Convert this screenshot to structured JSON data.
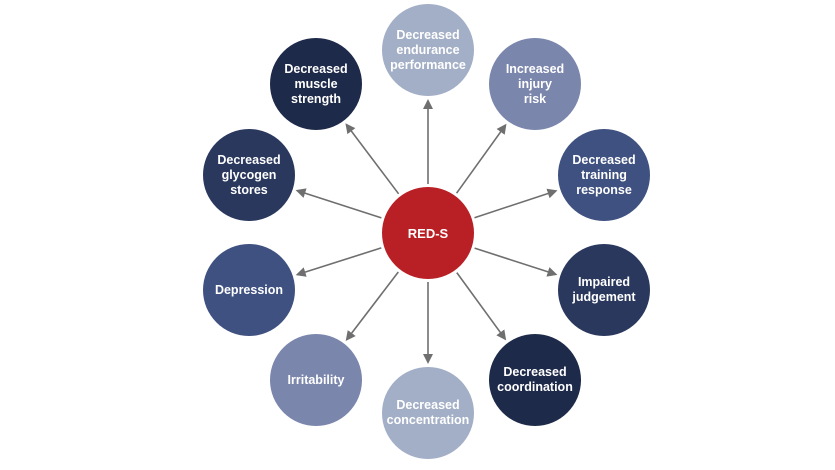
{
  "center": {
    "label": "RED-S",
    "color": "#b82025"
  },
  "effects": [
    {
      "id": "endurance",
      "label": "Decreased\nendurance\nperformance",
      "color": "#a3afc6"
    },
    {
      "id": "injury",
      "label": "Increased\ninjury\nrisk",
      "color": "#7b86ad"
    },
    {
      "id": "training",
      "label": "Decreased\ntraining\nresponse",
      "color": "#3f5180"
    },
    {
      "id": "judgement",
      "label": "Impaired\njudgement",
      "color": "#2a385e"
    },
    {
      "id": "coordination",
      "label": "Decreased\ncoordination",
      "color": "#1e2a4a"
    },
    {
      "id": "concentration",
      "label": "Decreased\nconcentration",
      "color": "#a3afc6"
    },
    {
      "id": "irritability",
      "label": "Irritability",
      "color": "#7b86ad"
    },
    {
      "id": "depression",
      "label": "Depression",
      "color": "#3f5180"
    },
    {
      "id": "glycogen",
      "label": "Decreased\nglycogen\nstores",
      "color": "#2a385e"
    },
    {
      "id": "muscle",
      "label": "Decreased\nmuscle\nstrength",
      "color": "#1e2a4a"
    }
  ],
  "arrow_color": "#6f6f6f"
}
